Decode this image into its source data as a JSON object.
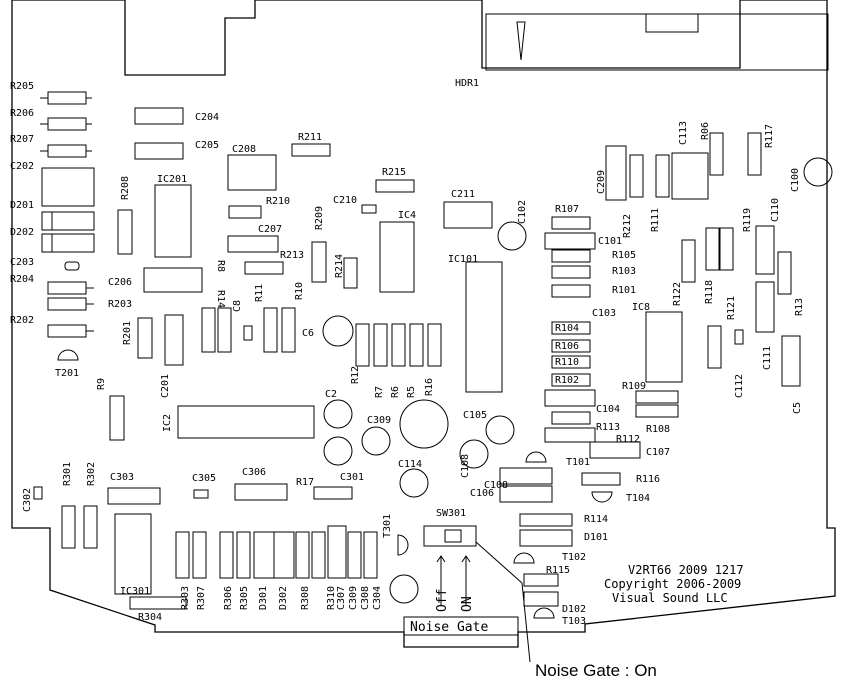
{
  "board": {
    "header": "HDR1",
    "version": "V2RT66 2009 1217",
    "copyright": "Copyright 2006-2009",
    "company": "Visual Sound LLC",
    "switch_label": "SW301",
    "off_label": "Off",
    "on_label": "ON",
    "section_label": "Noise Gate",
    "annotation": "Noise Gate : On"
  },
  "labels": {
    "R205": "R205",
    "R206": "R206",
    "R207": "R207",
    "C202": "C202",
    "D201": "D201",
    "D202": "D202",
    "C203": "C203",
    "R204": "R204",
    "R202": "R202",
    "T201": "T201",
    "C204": "C204",
    "C205": "C205",
    "C208": "C208",
    "R211": "R211",
    "R208": "R208",
    "IC201": "IC201",
    "R210": "R210",
    "C207": "C207",
    "R213": "R213",
    "R209": "R209",
    "C206": "C206",
    "R14": "R14",
    "R8": "R8",
    "R203": "R203",
    "R201": "R201",
    "C8": "C8",
    "R11": "R11",
    "R10": "R10",
    "C6": "C6",
    "C210": "C210",
    "R215": "R215",
    "IC4": "IC4",
    "R214": "R214",
    "C211": "C211",
    "C102": "C102",
    "IC101": "IC101",
    "R12": "R12",
    "R7": "R7",
    "R6": "R6",
    "R5": "R5",
    "R16": "R16",
    "C2": "C2",
    "C309": "C309",
    "C105": "C105",
    "C114": "C114",
    "C108": "C108",
    "C106": "C106",
    "R9": "R9",
    "C201": "C201",
    "IC2": "IC2",
    "C302": "C302",
    "R301": "R301",
    "R302": "R302",
    "C303": "C303",
    "C305": "C305",
    "C306": "C306",
    "R17": "R17",
    "C301": "C301",
    "T301": "T301",
    "IC301": "IC301",
    "R304": "R304",
    "R303": "R303",
    "R307": "R307",
    "R306": "R306",
    "R305": "R305",
    "D301": "D301",
    "D302": "D302",
    "R308": "R308",
    "R310": "R310",
    "C307": "C307",
    "C309b": "C309",
    "C308": "C308",
    "C304": "C304",
    "R107": "R107",
    "C101": "C101",
    "R105": "R105",
    "R103": "R103",
    "R101": "R101",
    "C103": "C103",
    "R104": "R104",
    "R106": "R106",
    "R110": "R110",
    "R102": "R102",
    "C104": "C104",
    "R113": "R113",
    "R112": "R112",
    "C107": "C107",
    "T101": "T101",
    "R116": "R116",
    "T104": "T104",
    "R114": "R114",
    "D101": "D101",
    "T102": "T102",
    "R115": "R115",
    "D102": "D102",
    "T103": "T103",
    "R109": "R109",
    "R108": "R108",
    "IC8": "IC8",
    "R122": "R122",
    "R118": "R118",
    "R121": "R121",
    "C112": "C112",
    "C111": "C111",
    "C5": "C5",
    "R13": "R13",
    "C110": "C110",
    "R119": "R119",
    "R111": "R111",
    "R212": "R212",
    "C209": "C209",
    "C113": "C113",
    "R06": "R06",
    "R117": "R117",
    "C100": "C100"
  }
}
